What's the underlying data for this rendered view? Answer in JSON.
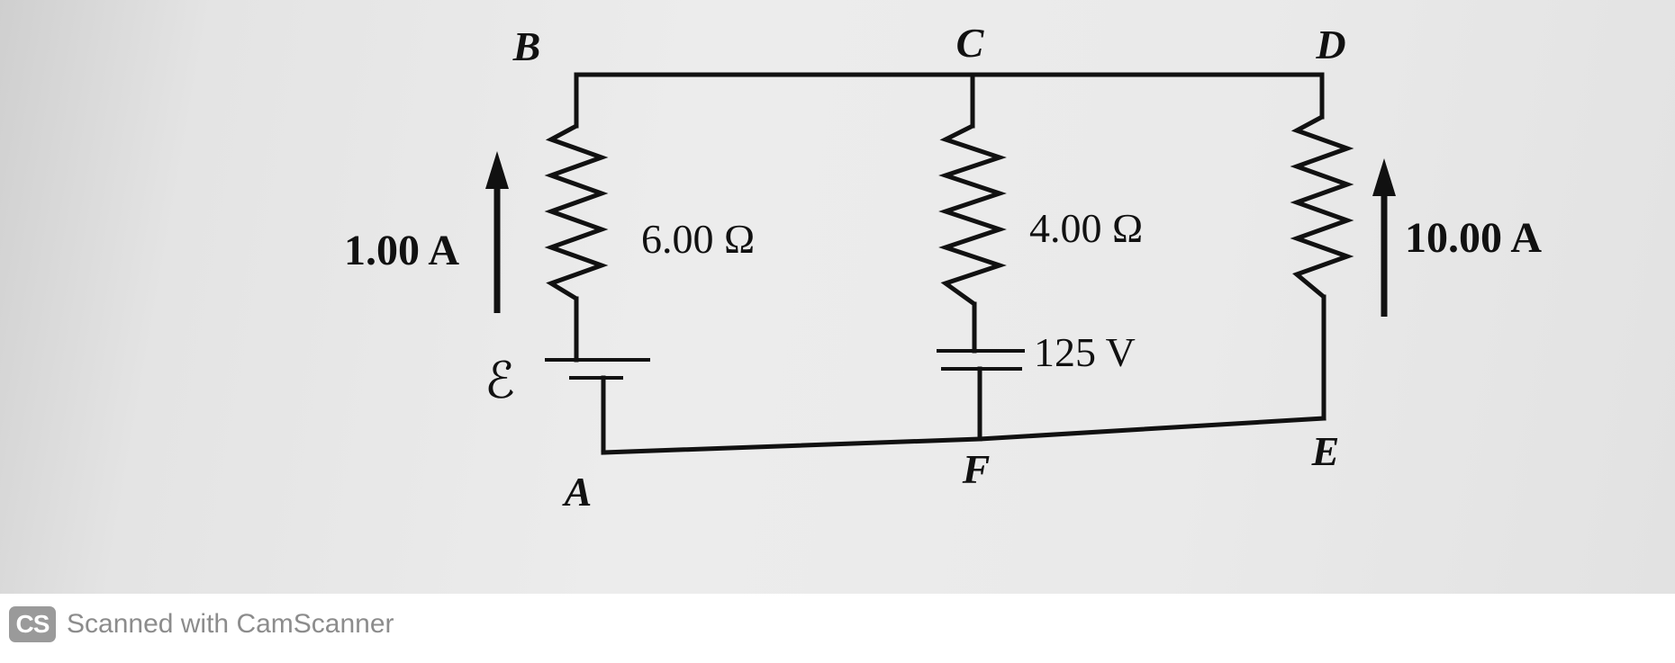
{
  "diagram": {
    "nodes": {
      "a": "A",
      "b": "B",
      "c": "C",
      "d": "D",
      "e": "E",
      "f": "F"
    },
    "resistors": {
      "left": "6.00 Ω",
      "middle": "4.00 Ω"
    },
    "batteries": {
      "left": "ℰ",
      "middle": "125 V"
    },
    "currents": {
      "left": "1.00 A",
      "right": "10.00 A"
    }
  },
  "footer": {
    "logo_text": "CS",
    "text": "Scanned with CamScanner"
  }
}
